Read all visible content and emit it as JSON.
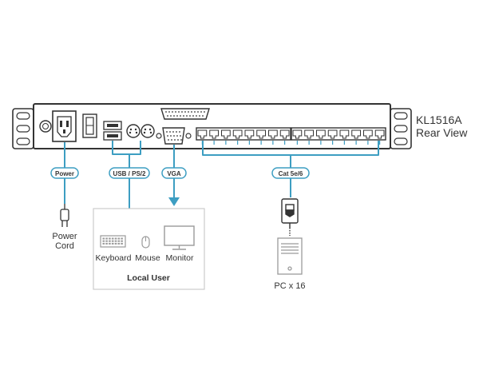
{
  "device": {
    "model": "KL1516A",
    "view": "Rear View"
  },
  "connections": {
    "power": "Power",
    "usb_ps2": "USB / PS/2",
    "vga": "VGA",
    "cat": "Cat 5e/6"
  },
  "power_cord": {
    "line1": "Power",
    "line2": "Cord"
  },
  "local_user": {
    "title": "Local User",
    "keyboard": "Keyboard",
    "mouse": "Mouse",
    "monitor": "Monitor"
  },
  "pc": {
    "label": "PC x 16"
  },
  "colors": {
    "cable": "#3d9ec2",
    "outline": "#333333",
    "panel_fill": "#ffffff",
    "box_border": "#cccccc",
    "device_gray": "#9a9a9a"
  },
  "ports": {
    "rj45_count": 16
  }
}
